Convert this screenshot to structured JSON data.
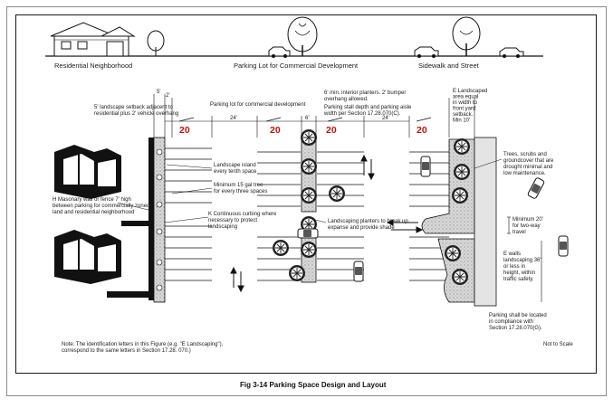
{
  "headers": {
    "residential": "Residential Neighborhood",
    "parking_lot": "Parking Lot for Commercial Development",
    "sidewalk": "Sidewalk and Street"
  },
  "notes": {
    "setback_5": "5'",
    "setback_2": "2'",
    "setback_text": "5' landscape setback adjacent to residential plus 2' vehicle overhang",
    "lot_label": "Parking lot for commercial development",
    "planters_min": "6' min. interior planters.  2' bumper overhang allowed.",
    "stall_depth": "Parking stall depth and parking aisle width per Section 17.28.070(C).",
    "e_setback": "E Landscaped area equal in width to front yard setback. Min 10'",
    "dim_24a": "24'",
    "dim_6": "6'",
    "dim_24b": "24'",
    "island": "Landscape island every tenth space",
    "min_trees": "Minimum 15 gal tree for every three spaces",
    "masonry": "H Masonary wall or fence 7' high between parking for commercially zoned land and residential neighborhood",
    "curbing": "K Continuous curbing where necessary to protect landscaping",
    "planters_shade": "Landscaping planters to break up expanse  and provide shade",
    "trees_shrubs": "Trees, scrubs and groundcover that are drought minimal and low maintenance.",
    "min_20": "Minimum 20' for two-way travel",
    "e_walls": "E walls landscaping 36\" or less in height, within traffic safety.",
    "parking_located": "Parking shall be located in compliance with Section 17.28.070(G).",
    "footnote": "Note: The identification letters in this Figure (e.g. \"E Landscaping\"), correspond to the same letters in Section 17.28. 070.)",
    "scale": "Not to Scale",
    "stall_width": "20"
  },
  "caption": "Fig 3-14  Parking Space Design and Layout",
  "colors": {
    "stall_number": "#c0120c",
    "ink": "#1a1a1a",
    "wall": "#111111",
    "landscape": "#d4d4d4"
  }
}
